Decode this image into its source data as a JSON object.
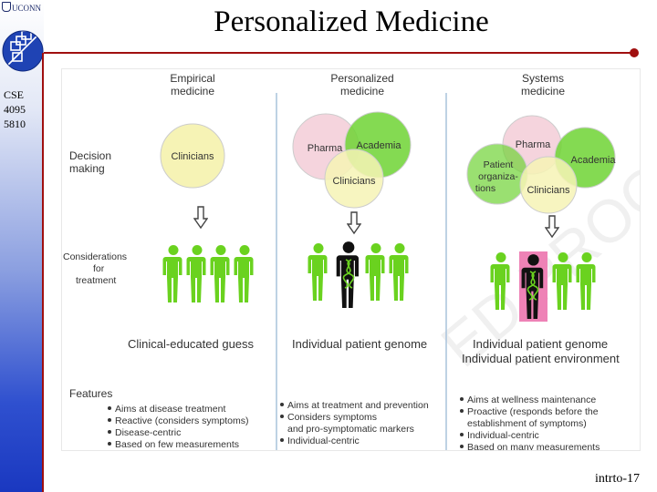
{
  "header": {
    "title": "Personalized Medicine",
    "org": "UCONN",
    "course_lines": [
      "CSE",
      "4095",
      "5810"
    ],
    "page_number": "intrto-17"
  },
  "colors": {
    "accent_line": "#a00f0f",
    "sidebar_top": "#ffffff",
    "sidebar_bottom": "#1a38c0",
    "person_green": "#6ad21f",
    "pink_circle": "#f4cfd9",
    "green_circle": "#6fd334",
    "yellow_circle": "#f6f3b5",
    "highlight_pink": "#ee82b6"
  },
  "diagram": {
    "columns": [
      {
        "title_lines": [
          "Empirical",
          "medicine"
        ]
      },
      {
        "title_lines": [
          "Personalized",
          "medicine"
        ]
      },
      {
        "title_lines": [
          "Systems",
          "medicine"
        ]
      }
    ],
    "row_labels": {
      "decision": [
        "Decision",
        "making"
      ],
      "considerations": [
        "Considerations",
        "for",
        "treatment"
      ],
      "features": "Features"
    },
    "circles": {
      "clinicians": "Clinicians",
      "pharma": "Pharma",
      "academia": "Academia",
      "patient_org": [
        "Patient",
        "organiza-",
        "tions"
      ]
    },
    "summaries": [
      [
        "Clinical-educated guess"
      ],
      [
        "Individual patient genome"
      ],
      [
        "Individual patient genome",
        "Individual patient environment"
      ]
    ],
    "features": [
      [
        [
          "Aims at disease treatment"
        ],
        [
          "Reactive (considers symptoms)"
        ],
        [
          "Disease-centric"
        ],
        [
          "Based on few measurements"
        ]
      ],
      [
        [
          "Aims at treatment and prevention"
        ],
        [
          "Considers symptoms",
          "and pro-symptomatic markers"
        ],
        [
          "Individual-centric"
        ]
      ],
      [
        [
          "Aims at wellness maintenance"
        ],
        [
          "Proactive (responds before the",
          "establishment of symptoms)"
        ],
        [
          "Individual-centric"
        ],
        [
          "Based on many measurements"
        ]
      ]
    ],
    "watermark": "ED PROOFS"
  }
}
